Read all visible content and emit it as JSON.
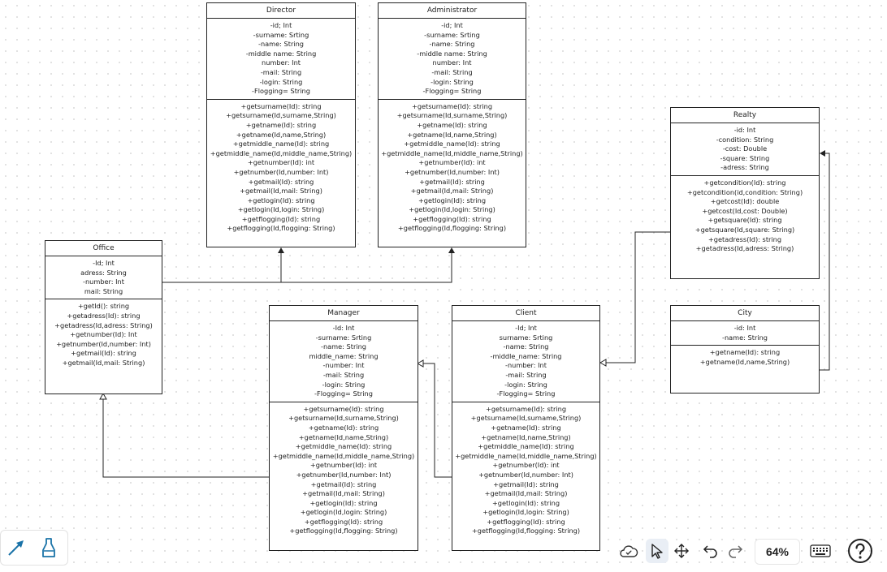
{
  "classes": {
    "director": {
      "name": "Director",
      "attributes": [
        "-id; Int",
        "-surname: Srting",
        "-name: String",
        "-middle name: String",
        "number: Int",
        "-mail: String",
        "-login: String",
        "-Flogging= String"
      ],
      "methods": [
        "+getsurname(Id): string",
        "+getsurname(Id,surname,String)",
        "+getname(Id): string",
        "+getname(Id,name,String)",
        "+getmiddle_name(Id): string",
        "+getmiddle_name(Id,middle_name,String)",
        "+getnumber(Id): int",
        "+getnumber(Id,number: Int)",
        "+getmail(Id): string",
        "+getmail(Id,mail: String)",
        "+getlogin(Id): string",
        "+getlogin(Id,login: String)",
        "+getflogging(Id): string",
        "+getflogging(Id,flogging: String)"
      ]
    },
    "administrator": {
      "name": "Administrator",
      "attributes": [
        "-id; Int",
        "-surname: Srting",
        "-name: String",
        "-middle name: String",
        "number: Int",
        "-mail: String",
        "-login: String",
        "-Flogging= String"
      ],
      "methods": [
        "+getsurname(Id): string",
        "+getsurname(Id,surname,String)",
        "+getname(Id): string",
        "+getname(Id,name,String)",
        "+getmiddle_name(Id): string",
        "+getmiddle_name(Id,middle_name,String)",
        "+getnumber(Id): int",
        "+getnumber(Id,number: Int)",
        "+getmail(Id): string",
        "+getmail(Id,mail: String)",
        "+getlogin(Id): string",
        "+getlogin(Id,login: String)",
        "+getflogging(Id): string",
        "+getflogging(Id,flogging: String)"
      ]
    },
    "office": {
      "name": "Office",
      "attributes": [
        "-Id; Int",
        "adress: String",
        "-number: Int",
        "mail: String"
      ],
      "methods": [
        "+getId(): string",
        "+getadress(Id): string",
        "+getadress(Id,adress: String)",
        "+getnumber(Id): Int",
        "+getnumber(Id,number: Int)",
        "+getmail(Id): string",
        "+getmail(Id,mail: String)"
      ]
    },
    "manager": {
      "name": "Manager",
      "attributes": [
        "-Id: Int",
        "-surname: Srting",
        "-name: String",
        "middle_name: String",
        "-number: Int",
        "-mail: String",
        "-login: String",
        "-Flogging= String"
      ],
      "methods": [
        "+getsurname(Id): string",
        "+getsurname(Id,surname,String)",
        "+getname(Id): string",
        "+getname(Id,name,String)",
        "+getmiddle_name(Id): string",
        "+getmiddle_name(Id,middle_name,String)",
        "+getnumber(Id): int",
        "+getnumber(Id,number: Int)",
        "+getmail(Id): string",
        "+getmail(Id,mail: String)",
        "+getlogin(Id): string",
        "+getlogin(Id,login: String)",
        "+getflogging(Id): string",
        "+getflogging(Id,flogging: String)"
      ]
    },
    "client": {
      "name": "Client",
      "attributes": [
        "-Id; Int",
        "surname: Srting",
        "-name: String",
        "-middle_name: String",
        "-number: Int",
        "-mail: String",
        "-login: String",
        "-Flogging= String"
      ],
      "methods": [
        "+getsurname(Id): string",
        "+getsurname(Id,surname,String)",
        "+getname(Id): string",
        "+getname(Id,name,String)",
        "+getmiddle_name(Id): string",
        "+getmiddle_name(Id,middle_name,String)",
        "+getnumber(Id): int",
        "+getnumber(Id,number: Int)",
        "+getmail(Id): string",
        "+getmail(Id,mail: String)",
        "+getlogin(Id): string",
        "+getlogin(Id,login: String)",
        "+getflogging(Id): string",
        "+getflogging(Id,flogging: String)"
      ]
    },
    "realty": {
      "name": "Realty",
      "attributes": [
        "-id: Int",
        "-condition: String",
        "-cost: Double",
        "-square: String",
        "-adress: String"
      ],
      "methods": [
        "+getcondition(Id): string",
        "+getcondition(id,condition: String)",
        "+getcost(Id): double",
        "+getcost(Id,cost: Double)",
        "+getsquare(Id): string",
        "+getsquare(Id,square: String)",
        "+getadress(Id): string",
        "+getadress(Id,adress: String)"
      ]
    },
    "city": {
      "name": "City",
      "attributes": [
        "-id: Int",
        "-name: String"
      ],
      "methods": [
        "+getname(Id): string",
        "+getname(Id,name,String)"
      ]
    }
  },
  "toolbar": {
    "left_tools": [
      "arrow-tool-icon",
      "marker-tool-icon"
    ],
    "zoom_label": "64%",
    "icons": [
      "cloud-sync-icon",
      "select-pointer-icon",
      "pan-move-icon",
      "undo-icon",
      "redo-icon",
      "keyboard-icon",
      "help-icon"
    ]
  },
  "colors": {
    "line": "#222222",
    "accent": "#1a73a8",
    "canvas_dot": "#d9d9d9"
  }
}
